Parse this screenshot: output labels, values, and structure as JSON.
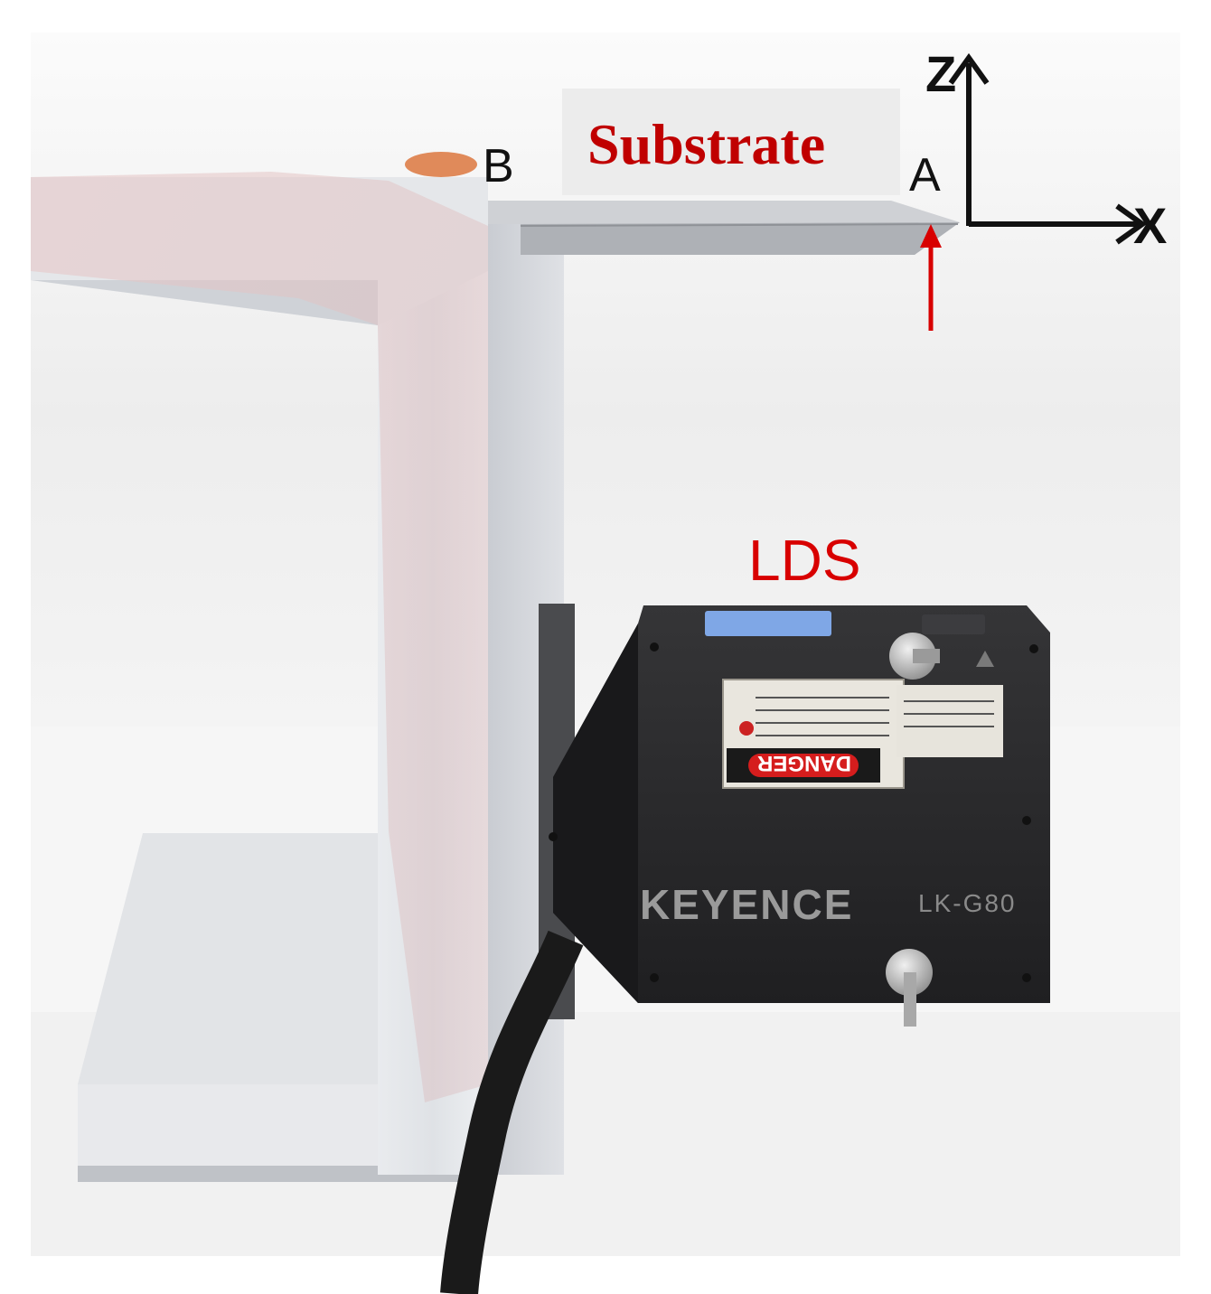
{
  "labels": {
    "substrate": "Substrate",
    "lds": "LDS",
    "point_a": "A",
    "point_b": "B",
    "axis_z": "Z",
    "axis_x": "X"
  },
  "device": {
    "brand": "KEYENCE",
    "model": "LK-G80",
    "warning_label": "DANGER"
  },
  "colors": {
    "label_red": "#d80000",
    "substrate_red": "#c00000",
    "sensor_body": "#2b2b2d",
    "aluminum": "#e4e6ea",
    "background": "#f2f2f2"
  }
}
